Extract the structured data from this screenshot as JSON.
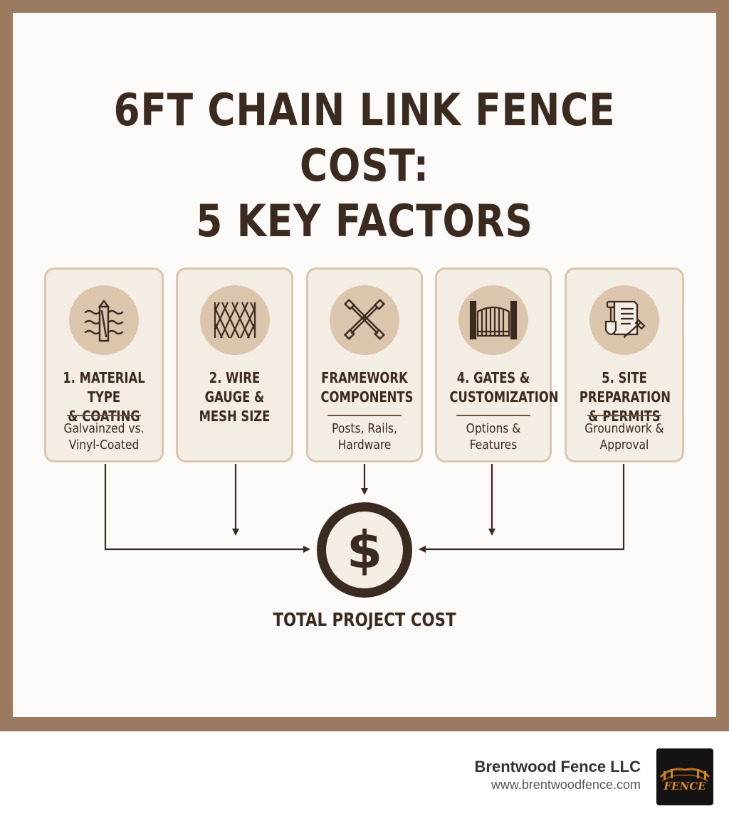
{
  "title": {
    "line1": "6FT CHAIN LINK FENCE COST:",
    "line2": "5 KEY FACTORS"
  },
  "factors": [
    {
      "title": "1. MATERIAL TYPE\n& COATING",
      "subtitle": "Galvainzed vs.\nVinyl-Coated",
      "icon": "fence-post-icon"
    },
    {
      "title": "2. WIRE\nGAUGE &\nMESH SIZE",
      "subtitle": "",
      "icon": "chain-mesh-icon"
    },
    {
      "title": "FRAMEWORK\nCOMPONENTS",
      "subtitle": "Posts, Rails,\nHardware",
      "icon": "crossed-posts-icon"
    },
    {
      "title": "4. GATES &\nCUSTOMIZATION",
      "subtitle": "Options &\nFeatures",
      "icon": "gate-icon"
    },
    {
      "title": "5. SITE PREPARATION\n& PERMITS",
      "subtitle": "Groundwork &\nApproval",
      "icon": "shovel-permit-icon"
    }
  ],
  "result": {
    "symbol": "$",
    "label": "TOTAL PROJECT COST",
    "icon": "dollar-icon"
  },
  "branding": {
    "company": "Brentwood Fence LLC",
    "url": "www.brentwoodfence.com",
    "logo_text": "FENCE"
  },
  "colors": {
    "frame": "#9a7b62",
    "ink": "#3b2a20",
    "card_fill": "#f3ede4",
    "card_border": "#d9c6b1",
    "icon_circle": "#dcc5ad"
  }
}
